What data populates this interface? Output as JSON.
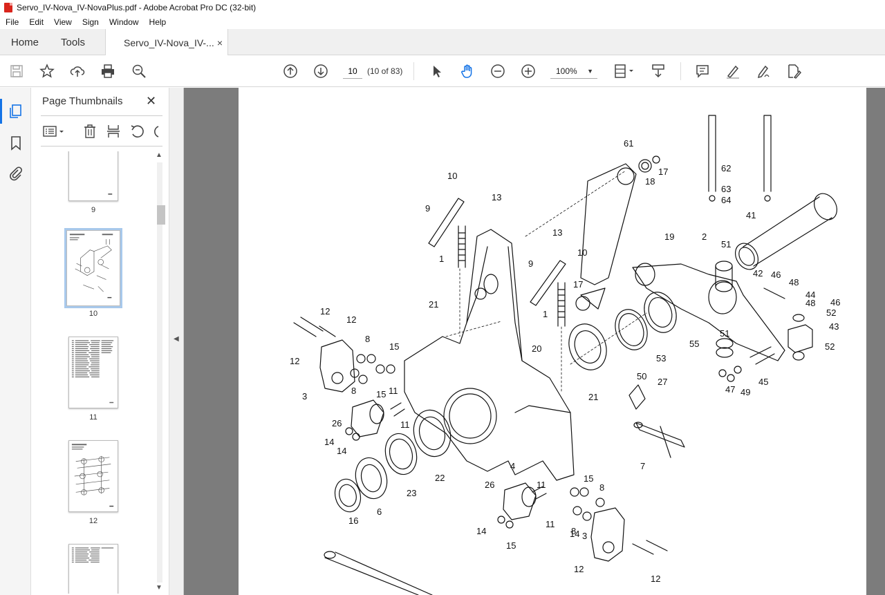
{
  "window": {
    "title": "Servo_IV-Nova_IV-NovaPlus.pdf - Adobe Acrobat Pro DC (32-bit)"
  },
  "menu": [
    "File",
    "Edit",
    "View",
    "Sign",
    "Window",
    "Help"
  ],
  "tabs": {
    "home": "Home",
    "tools": "Tools",
    "document": "Servo_IV-Nova_IV-...",
    "close": "×"
  },
  "toolbar": {
    "current_page": "10",
    "page_count": "(10 of 83)",
    "zoom": "100%",
    "icons": [
      "save-icon",
      "bookmark-star-icon",
      "upload-icon",
      "print-icon",
      "search-zoom-icon",
      "page-up-icon",
      "page-down-icon",
      "select-arrow-icon",
      "hand-icon",
      "zoom-out-icon",
      "zoom-in-icon",
      "fit-page-icon",
      "scroll-mode-icon",
      "comment-icon",
      "highlight-icon",
      "sign-icon",
      "fill-sign-icon"
    ]
  },
  "thumbnails_panel": {
    "title": "Page Thumbnails",
    "close": "✕",
    "pages": [
      {
        "label": "9"
      },
      {
        "label": "10",
        "selected": true
      },
      {
        "label": "11"
      },
      {
        "label": "12"
      },
      {
        "label": ""
      }
    ]
  },
  "diagram": {
    "callouts": [
      "61",
      "17",
      "18",
      "62",
      "63",
      "64",
      "10",
      "13",
      "9",
      "1",
      "41",
      "19",
      "2",
      "51",
      "13",
      "10",
      "9",
      "17",
      "42",
      "46",
      "48",
      "44",
      "48",
      "46",
      "52",
      "43",
      "52",
      "21",
      "1",
      "12",
      "12",
      "12",
      "8",
      "15",
      "20",
      "55",
      "53",
      "51",
      "50",
      "3",
      "8",
      "15",
      "11",
      "11",
      "21",
      "27",
      "47",
      "49",
      "45",
      "26",
      "14",
      "14",
      "22",
      "23",
      "6",
      "16",
      "4",
      "7",
      "26",
      "11",
      "11",
      "15",
      "8",
      "14",
      "14",
      "15",
      "8",
      "3",
      "12",
      "12"
    ]
  }
}
